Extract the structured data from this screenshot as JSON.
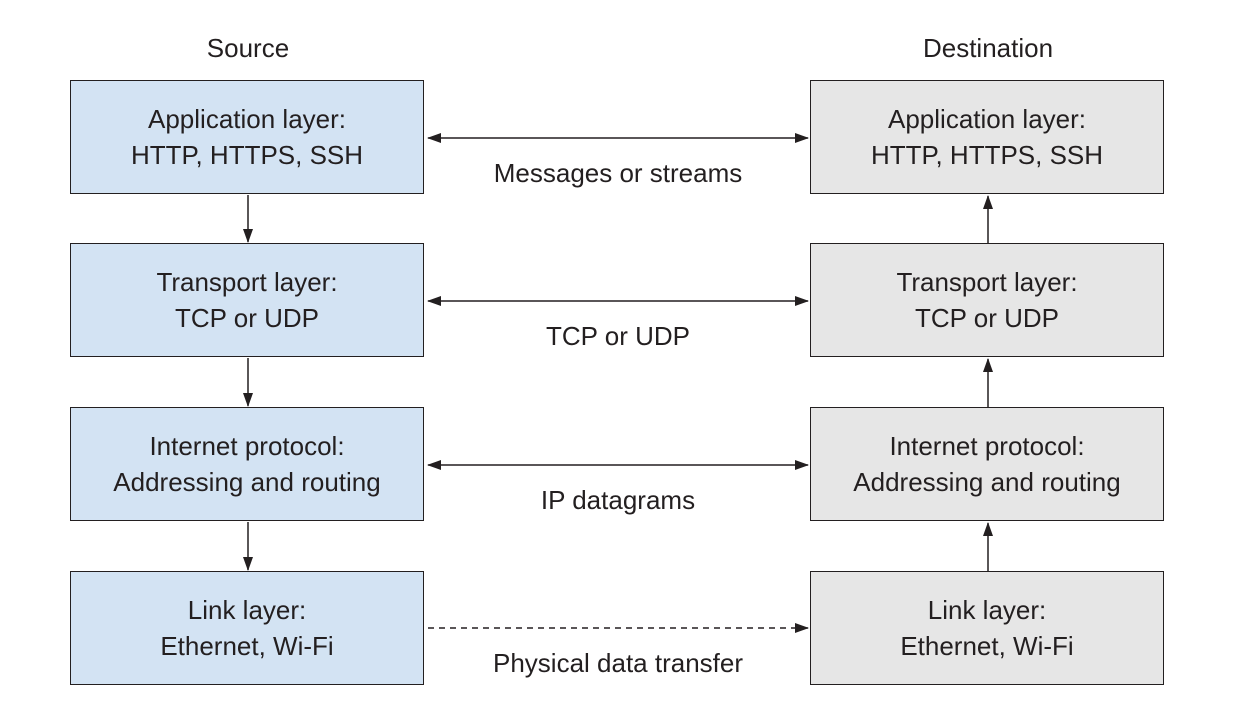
{
  "source_title": "Source",
  "destination_title": "Destination",
  "layers": [
    {
      "line1": "Application layer:",
      "line2": "HTTP, HTTPS, SSH",
      "link": "Messages or streams",
      "dashed": false
    },
    {
      "line1": "Transport layer:",
      "line2": "TCP or UDP",
      "link": "TCP or UDP",
      "dashed": false
    },
    {
      "line1": "Internet protocol:",
      "line2": "Addressing and routing",
      "link": "IP datagrams",
      "dashed": false
    },
    {
      "line1": "Link layer:",
      "line2": "Ethernet, Wi-Fi",
      "link": "Physical data transfer",
      "dashed": true
    }
  ],
  "colors": {
    "source_fill": "#d3e3f3",
    "destination_fill": "#e6e6e6",
    "stroke": "#231f20"
  }
}
